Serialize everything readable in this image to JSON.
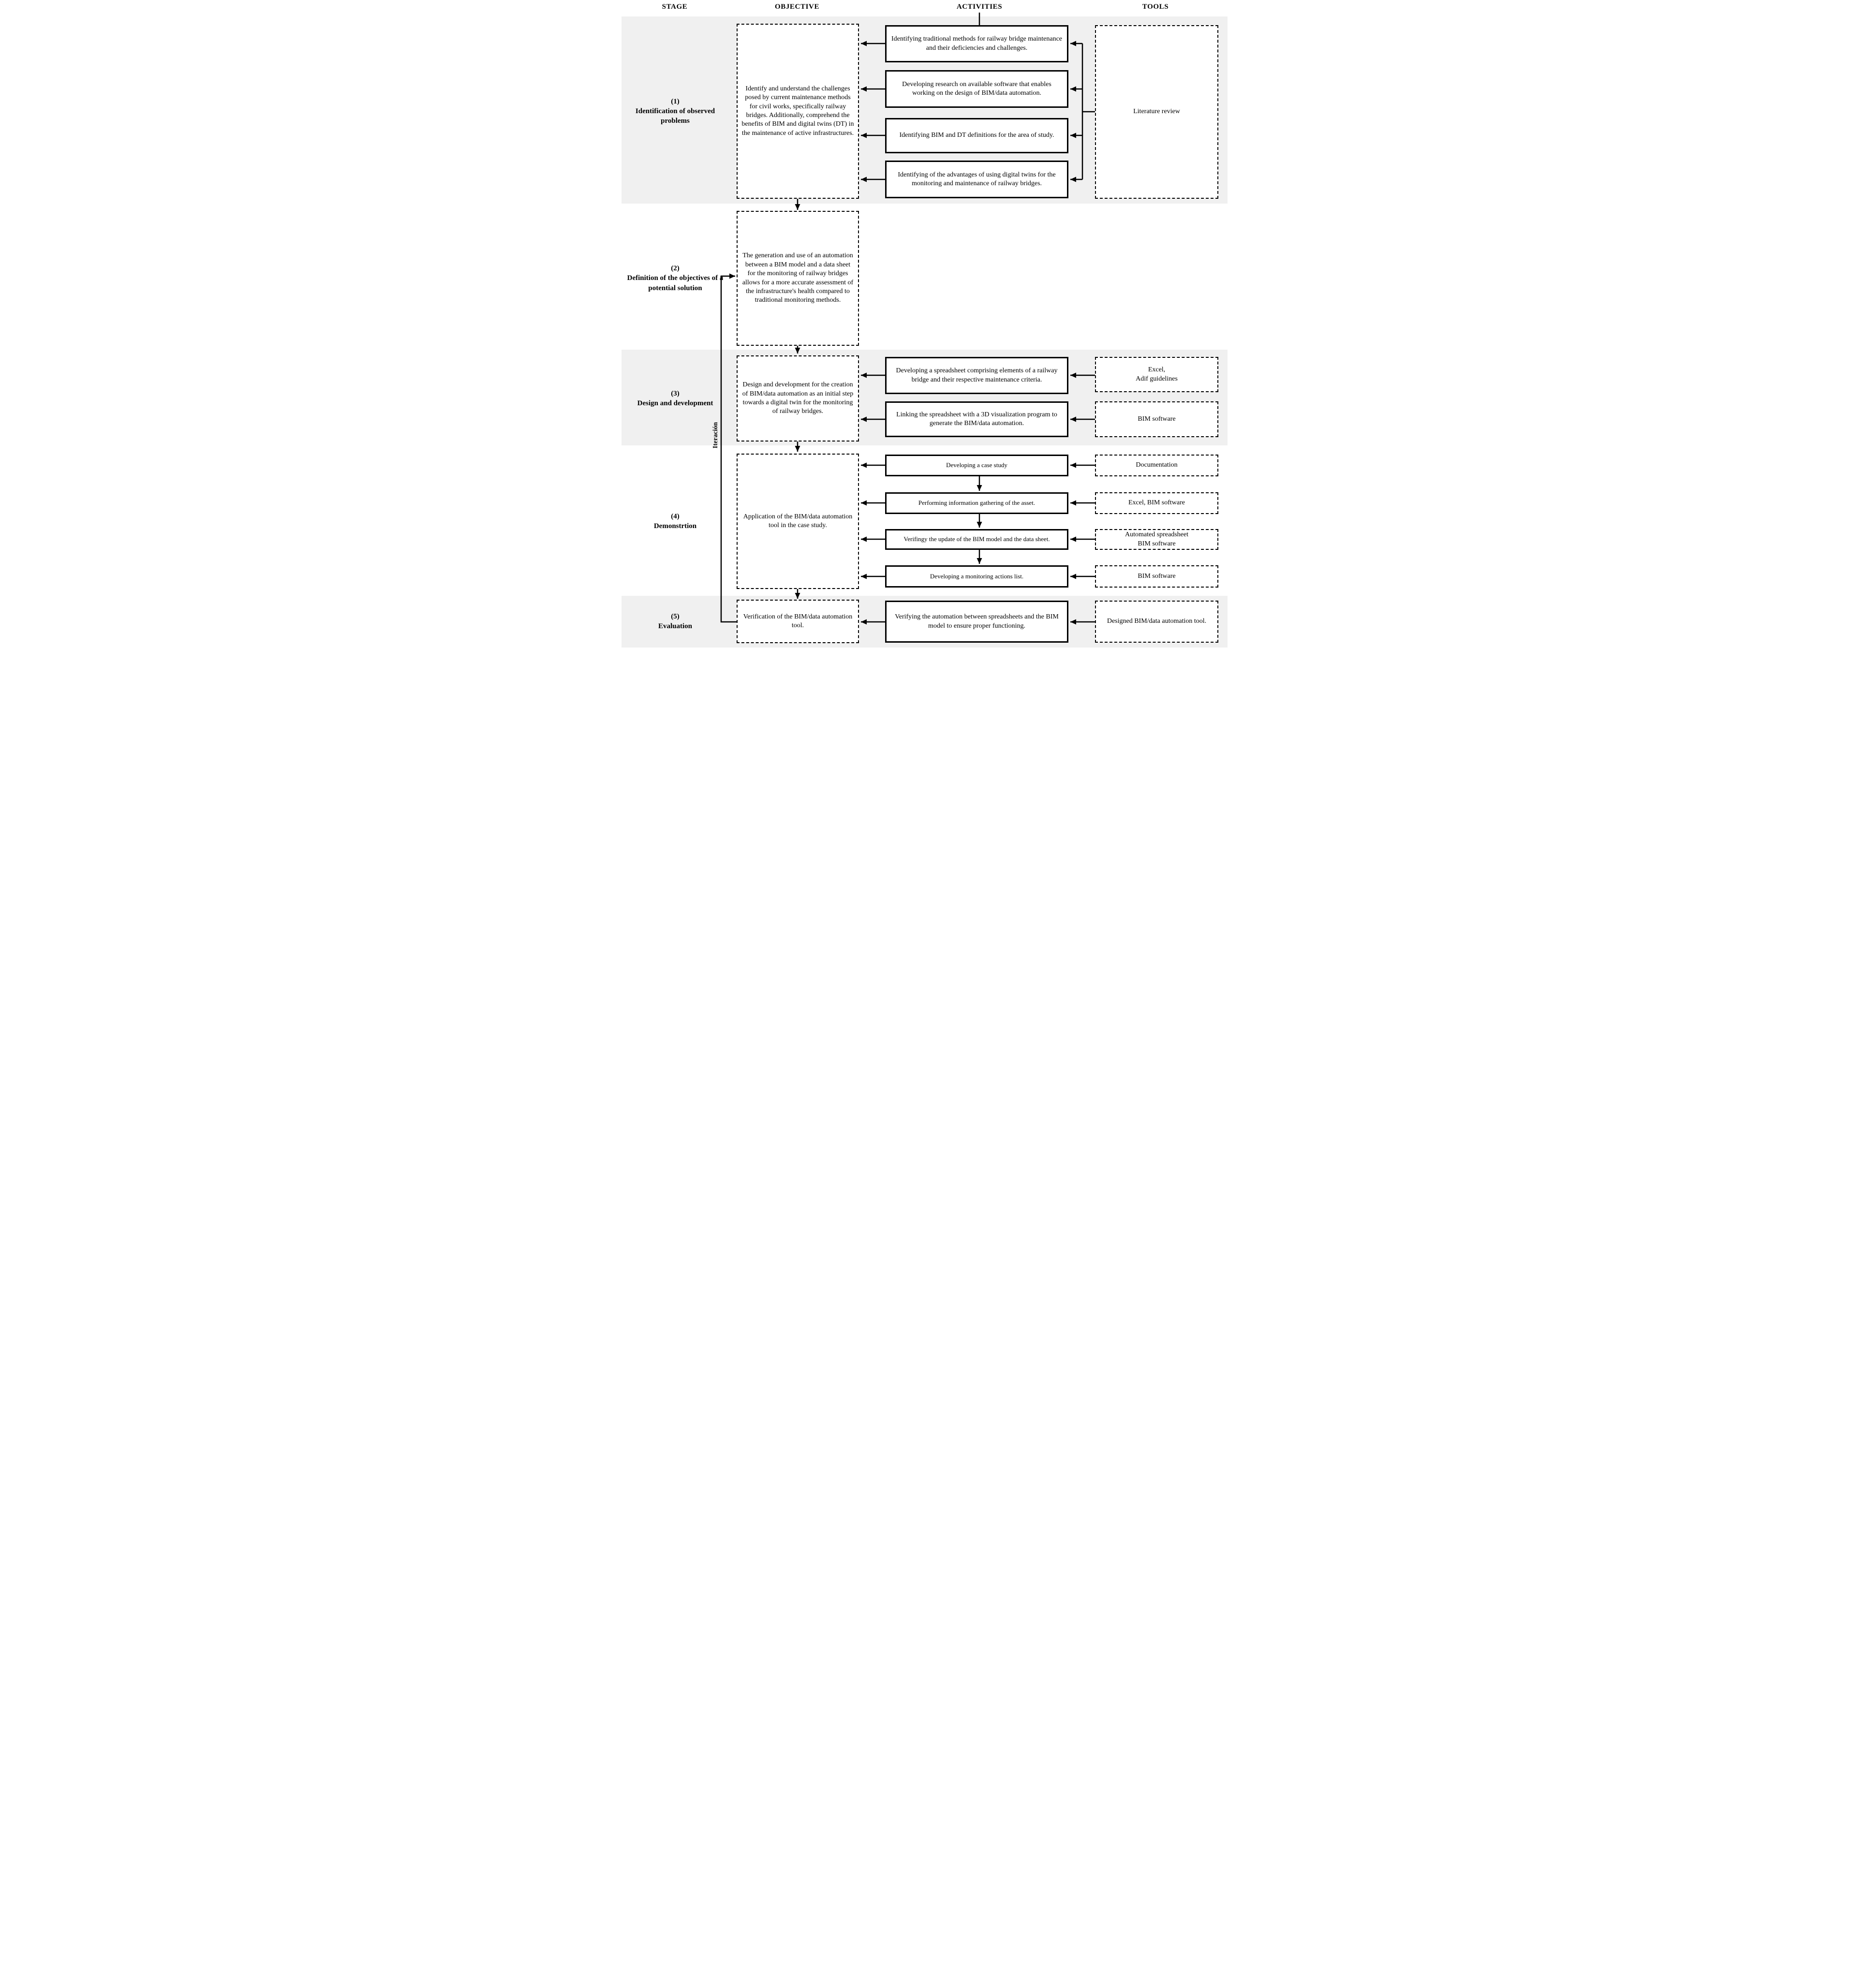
{
  "columns": {
    "stage": "STAGE",
    "objective": "OBJECTIVE",
    "activities": "ACTIVITIES",
    "tools": "TOOLS"
  },
  "iteration_label": "Iteración",
  "colors": {
    "stage_band": "#f0f0f0",
    "line": "#000000",
    "box_background": "#ffffff"
  },
  "stages": [
    {
      "num": "(1)",
      "name": "Identification of observed problems",
      "objective": "Identify and understand the challenges posed by current maintenance methods for civil works, specifically railway bridges. Additionally, comprehend the benefits of BIM and digital twins (DT) in the maintenance of active infrastructures.",
      "activities": [
        "Identifying traditional methods for railway bridge maintenance and their deficiencies and challenges.",
        "Developing research on available software that enables working on the design of BIM/data automation.",
        "Identifying BIM and DT definitions for the area of study.",
        "Identifying of the advantages of using digital twins for the monitoring and maintenance of railway bridges."
      ],
      "tools": [
        "Literature review"
      ]
    },
    {
      "num": "(2)",
      "name": "Definition of the objectives of a potential solution",
      "objective": "The generation and use of an automation between a BIM model and a data sheet for the monitoring of railway bridges allows for a more accurate assessment of the infrastructure's health compared to traditional monitoring methods.",
      "activities": [],
      "tools": []
    },
    {
      "num": "(3)",
      "name": "Design and development",
      "objective": "Design and development for the creation of BIM/data automation as an initial step towards a digital twin for the monitoring of railway bridges.",
      "activities": [
        "Developing a spreadsheet comprising elements of a railway bridge and their respective maintenance criteria.",
        "Linking the spreadsheet with a 3D visualization program to generate the BIM/data automation."
      ],
      "tools": [
        "Excel,\nAdif guidelines",
        "BIM software"
      ]
    },
    {
      "num": "(4)",
      "name": "Demonstrtion",
      "objective": "Application of the BIM/data automation tool in the case study.",
      "activities": [
        "Developing a case study",
        "Performing information gathering of the asset.",
        "Verifingy the update of the BIM model and the data sheet.",
        "Developing a monitoring actions list."
      ],
      "tools": [
        "Documentation",
        "Excel, BIM software",
        "Automated spreadsheet\nBIM software",
        "BIM software"
      ]
    },
    {
      "num": "(5)",
      "name": "Evaluation",
      "objective": "Verification of the BIM/data automation tool.",
      "activities": [
        "Verifying the automation between spreadsheets and the BIM model to ensure proper functioning."
      ],
      "tools": [
        "Designed BIM/data automation tool."
      ]
    }
  ]
}
